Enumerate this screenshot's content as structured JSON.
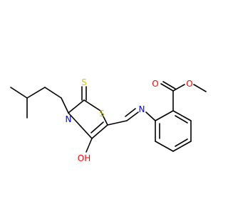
{
  "colors": {
    "background": "#ffffff",
    "bond": "#000000",
    "oxygen": "#ff0000",
    "nitrogen": "#0000ff",
    "sulfur": "#cccc00"
  },
  "atoms": {
    "o_carbonyl": "O",
    "o_ester": "O",
    "s_thione": "S",
    "s_ring": "S",
    "n_ring": "N",
    "n_imine": "N",
    "oh_hydroxyl": "OH"
  }
}
